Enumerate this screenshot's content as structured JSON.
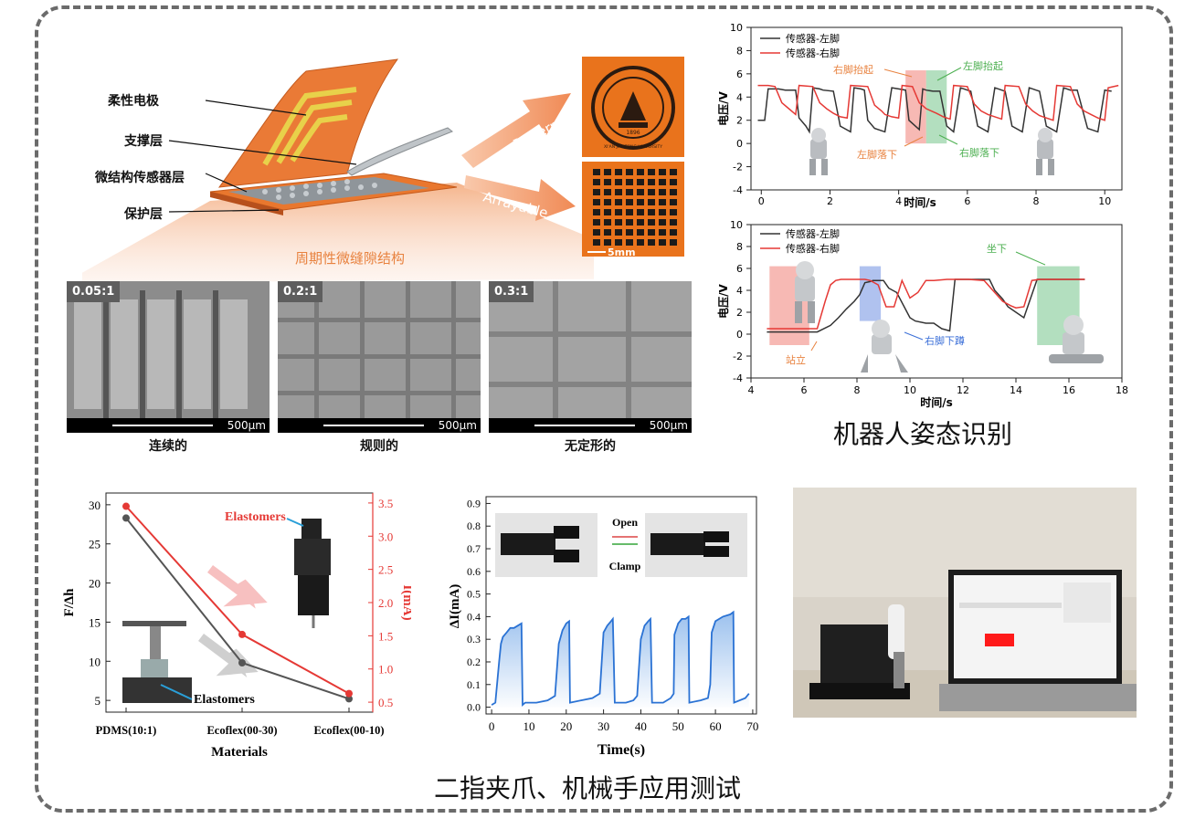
{
  "sections": {
    "robot_title": "机器人姿态识别",
    "gripper_title": "二指夹爪、机械手应用测试"
  },
  "device": {
    "layers": [
      "柔性电极",
      "支撑层",
      "微结构传感器层",
      "保护层"
    ],
    "patternable": "Patternable",
    "arrayable": "Arrayable",
    "scale_label": "5mm",
    "logo_text": "XI'AN JIAOTONG UNIVERSITY",
    "logo_year": "1896",
    "microstructure_title": "周期性微缝隙结构"
  },
  "sem_images": [
    {
      "ratio": "0.05:1",
      "scale": "500μm",
      "caption": "连续的"
    },
    {
      "ratio": "0.2:1",
      "scale": "500μm",
      "caption": "规则的"
    },
    {
      "ratio": "0.3:1",
      "scale": "500μm",
      "caption": "无定形的"
    }
  ],
  "chart_data": [
    {
      "type": "line",
      "xlabel": "时间/s",
      "ylabel": "电压/V",
      "xlim": [
        -0.3,
        10.5
      ],
      "ylim": [
        -4,
        10
      ],
      "xticks": [
        0,
        2,
        4,
        6,
        8,
        10
      ],
      "yticks": [
        -4,
        -2,
        0,
        2,
        4,
        6,
        8,
        10
      ],
      "legend": "top-left",
      "series": [
        {
          "name": "传感器-左脚",
          "color": "#333333",
          "x": [
            -0.1,
            0.1,
            0.2,
            0.5,
            0.7,
            1.0,
            1.1,
            1.3,
            1.4,
            1.5,
            1.7,
            1.8,
            2.1,
            2.3,
            2.6,
            2.7,
            2.9,
            3.0,
            3.1,
            3.3,
            3.6,
            3.8,
            4.0,
            4.2,
            4.3,
            4.6,
            4.7,
            4.8,
            5.0,
            5.2,
            5.4,
            5.6,
            5.8,
            6.0,
            6.1,
            6.3,
            6.6,
            6.8,
            7.0,
            7.1,
            7.3,
            7.6,
            7.8,
            8.0,
            8.1,
            8.3,
            8.6,
            8.8,
            9.0,
            9.2,
            9.5,
            9.8,
            10.0,
            10.2
          ],
          "y": [
            2.0,
            2.0,
            4.7,
            4.7,
            4.6,
            4.6,
            2.2,
            1.5,
            1.0,
            4.8,
            4.7,
            4.6,
            4.5,
            1.5,
            1.0,
            4.8,
            4.7,
            4.6,
            2.0,
            1.3,
            1.0,
            4.8,
            4.7,
            4.6,
            2.0,
            1.2,
            4.7,
            4.6,
            4.5,
            4.5,
            1.5,
            1.0,
            4.8,
            4.6,
            4.5,
            1.5,
            1.0,
            4.8,
            4.6,
            4.5,
            1.5,
            1.0,
            4.8,
            4.6,
            4.5,
            1.5,
            1.0,
            4.8,
            4.6,
            4.6,
            1.3,
            1.0,
            4.6,
            4.5
          ]
        },
        {
          "name": "传感器-右脚",
          "color": "#e53935",
          "x": [
            -0.1,
            0.2,
            0.4,
            0.6,
            0.8,
            1.0,
            1.1,
            1.5,
            1.7,
            1.9,
            2.1,
            2.3,
            2.5,
            2.6,
            3.1,
            3.3,
            3.5,
            3.6,
            3.8,
            4.0,
            4.1,
            4.4,
            4.6,
            4.8,
            5.1,
            5.3,
            5.5,
            5.6,
            6.0,
            6.2,
            6.4,
            6.6,
            6.8,
            7.0,
            7.1,
            7.5,
            7.7,
            7.9,
            8.1,
            8.3,
            8.5,
            8.6,
            9.0,
            9.2,
            9.4,
            9.6,
            9.8,
            10.0,
            10.1,
            10.4
          ],
          "y": [
            5.0,
            5.0,
            4.9,
            3.5,
            3.0,
            2.5,
            5.0,
            4.9,
            3.5,
            3.0,
            2.6,
            2.3,
            2.2,
            5.0,
            4.9,
            3.3,
            2.8,
            2.5,
            2.3,
            2.2,
            5.0,
            4.9,
            3.5,
            3.0,
            2.6,
            2.3,
            2.1,
            5.0,
            4.9,
            3.4,
            2.8,
            2.5,
            2.3,
            2.1,
            5.0,
            4.9,
            3.4,
            2.8,
            2.4,
            2.2,
            2.0,
            5.0,
            4.9,
            3.4,
            2.8,
            2.5,
            2.2,
            2.0,
            4.8,
            5.0
          ]
        }
      ],
      "annotations": [
        "右脚抬起",
        "左脚抬起",
        "左脚落下",
        "右脚落下"
      ]
    },
    {
      "type": "line",
      "xlabel": "时间/s",
      "ylabel": "电压/V",
      "xlim": [
        4,
        18
      ],
      "ylim": [
        -4,
        10
      ],
      "xticks": [
        4,
        6,
        8,
        10,
        12,
        14,
        16,
        18
      ],
      "yticks": [
        -4,
        -2,
        0,
        2,
        4,
        6,
        8,
        10
      ],
      "legend": "top-left",
      "series": [
        {
          "name": "传感器-左脚",
          "color": "#333333",
          "x": [
            4.6,
            6.5,
            7.0,
            7.3,
            7.6,
            7.9,
            8.1,
            8.3,
            8.5,
            8.6,
            9.0,
            9.2,
            9.5,
            10.0,
            10.2,
            10.6,
            10.9,
            11.2,
            11.5,
            11.7,
            12.2,
            12.5,
            13.0,
            13.2,
            13.5,
            13.7,
            14.0,
            14.3,
            14.8,
            16.6
          ],
          "y": [
            0.2,
            0.2,
            0.8,
            1.5,
            2.3,
            3.0,
            3.6,
            4.7,
            4.8,
            4.9,
            4.9,
            4.2,
            3.8,
            1.5,
            1.2,
            1.0,
            1.0,
            0.5,
            0.3,
            5.0,
            5.0,
            5.0,
            5.0,
            4.0,
            3.2,
            2.5,
            2.0,
            1.5,
            5.0,
            5.0
          ]
        },
        {
          "name": "传感器-右脚",
          "color": "#e53935",
          "x": [
            4.6,
            6.5,
            6.8,
            7.0,
            7.2,
            7.4,
            7.7,
            8.0,
            8.3,
            8.5,
            8.8,
            9.1,
            9.4,
            9.7,
            10.0,
            10.3,
            10.6,
            10.9,
            11.4,
            11.8,
            12.2,
            12.8,
            13.2,
            13.5,
            13.8,
            14.0,
            14.3,
            14.6,
            14.9,
            16.6
          ],
          "y": [
            0.5,
            0.5,
            3.0,
            4.5,
            4.9,
            5.0,
            5.0,
            5.0,
            5.0,
            4.9,
            4.5,
            2.5,
            2.5,
            4.9,
            3.3,
            3.8,
            4.9,
            4.9,
            5.0,
            5.0,
            5.0,
            4.9,
            3.8,
            3.0,
            2.6,
            2.4,
            2.5,
            4.9,
            5.0,
            5.0
          ]
        }
      ],
      "annotations": [
        "站立",
        "右脚下蹲",
        "坐下"
      ]
    },
    {
      "type": "line",
      "xlabel": "Materials",
      "ylabel": "F/Δh",
      "y2label": "I(mA)",
      "categories": [
        "PDMS(10:1)",
        "Ecoflex(00-30)",
        "Ecoflex(00-10)"
      ],
      "ylim": [
        3.5,
        31.5
      ],
      "y2lim": [
        0.35,
        3.65
      ],
      "yticks": [
        5,
        10,
        15,
        20,
        25,
        30
      ],
      "y2ticks": [
        0.5,
        1.0,
        1.5,
        2.0,
        2.5,
        3.0,
        3.5
      ],
      "series": [
        {
          "axis": "left",
          "color": "#555555",
          "values": [
            28.3,
            9.8,
            5.2
          ]
        },
        {
          "axis": "right",
          "color": "#e53935",
          "values": [
            3.45,
            1.52,
            0.63
          ]
        }
      ],
      "annotations": [
        "Elastomers",
        "Elastomers"
      ]
    },
    {
      "type": "area",
      "xlabel": "Time(s)",
      "ylabel": "ΔI(mA)",
      "xlim": [
        -1.5,
        71
      ],
      "ylim": [
        -0.03,
        0.93
      ],
      "xticks": [
        0,
        10,
        20,
        30,
        40,
        50,
        60,
        70
      ],
      "yticks": [
        0.0,
        0.1,
        0.2,
        0.3,
        0.4,
        0.5,
        0.6,
        0.7,
        0.8,
        0.9
      ],
      "series": [
        {
          "color": "#2a72d4",
          "x": [
            0,
            1,
            2,
            2.5,
            3,
            4,
            5,
            6,
            7,
            8,
            8.3,
            9,
            12,
            15,
            17,
            18,
            19,
            20,
            20.8,
            21,
            24,
            27,
            29,
            30,
            31,
            32,
            32.5,
            33,
            36,
            38,
            39,
            40,
            41,
            42,
            42.6,
            43,
            46,
            48,
            48.8,
            49,
            50,
            51,
            52,
            52.8,
            53,
            56,
            58,
            58.6,
            59,
            60,
            61,
            62,
            64,
            64.8,
            65,
            68,
            69
          ],
          "y": [
            0.01,
            0.02,
            0.2,
            0.28,
            0.31,
            0.33,
            0.35,
            0.35,
            0.36,
            0.37,
            0.01,
            0.02,
            0.02,
            0.03,
            0.05,
            0.28,
            0.34,
            0.37,
            0.38,
            0.02,
            0.03,
            0.04,
            0.06,
            0.33,
            0.36,
            0.38,
            0.39,
            0.02,
            0.02,
            0.03,
            0.05,
            0.3,
            0.36,
            0.38,
            0.39,
            0.02,
            0.02,
            0.04,
            0.06,
            0.32,
            0.37,
            0.39,
            0.39,
            0.4,
            0.02,
            0.03,
            0.04,
            0.1,
            0.33,
            0.38,
            0.39,
            0.4,
            0.41,
            0.42,
            0.02,
            0.04,
            0.06
          ]
        }
      ],
      "annotations": [
        "Open",
        "Clamp"
      ]
    }
  ]
}
